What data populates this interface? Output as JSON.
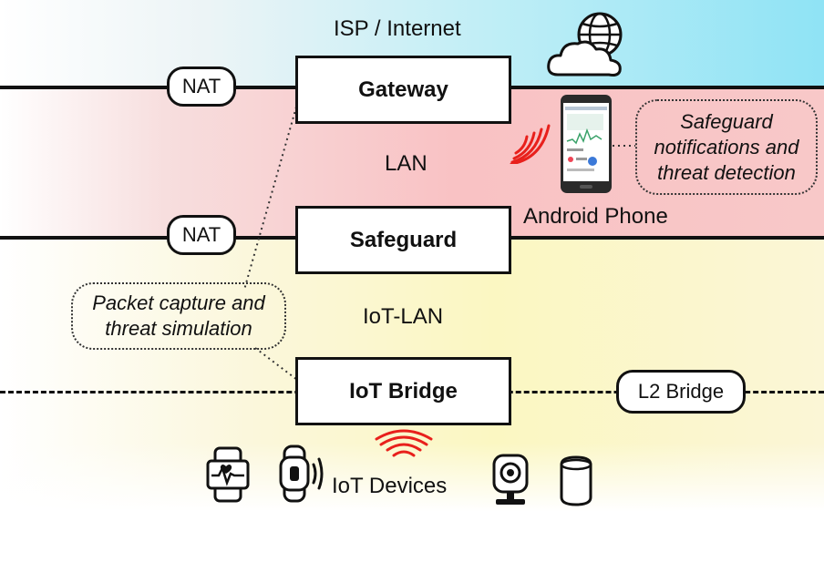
{
  "zones": {
    "isp": "ISP / Internet",
    "lan": "LAN",
    "iot_lan": "IoT-LAN",
    "iot_devices": "IoT Devices"
  },
  "nodes": {
    "gateway": "Gateway",
    "safeguard": "Safeguard",
    "iot_bridge": "IoT Bridge"
  },
  "links": {
    "nat_top": "NAT",
    "nat_middle": "NAT",
    "l2_bridge": "L2 Bridge"
  },
  "phone_label": "Android Phone",
  "callouts": {
    "safeguard_notifications": "Safeguard\nnotifications and\nthreat detection",
    "packet_capture": "Packet capture and\nthreat simulation"
  },
  "colors": {
    "isp_band": "#8fe3f5",
    "lan_band": "#f9c2c4",
    "iot_band": "#fbf7c2",
    "wireless": "#e8201c",
    "outline": "#111111"
  },
  "icons": [
    "globe-icon",
    "cloud-icon",
    "smartphone-icon",
    "wifi-signal-icon",
    "fitness-band-icon",
    "smartwatch-icon",
    "security-camera-icon",
    "smart-speaker-icon"
  ]
}
